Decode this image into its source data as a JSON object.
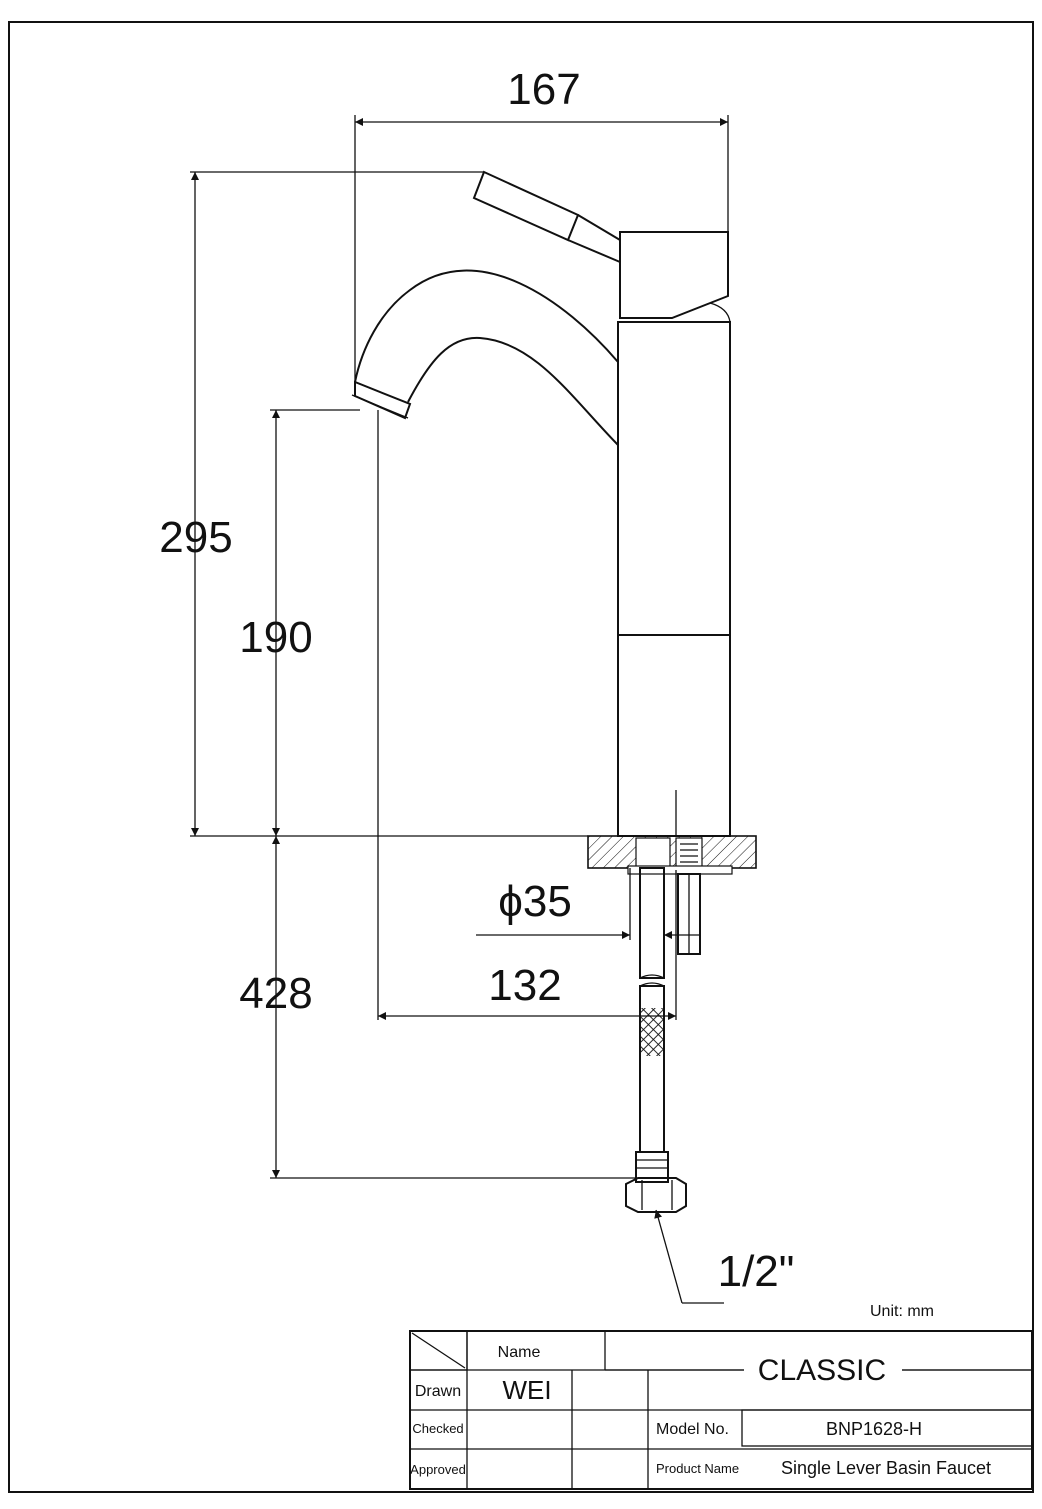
{
  "dimensions": {
    "width_total": "167",
    "height_total": "295",
    "spout_height": "190",
    "hose_length": "428",
    "shank_diameter": "ϕ35",
    "spout_reach": "132",
    "connection_size": "1/2\""
  },
  "unit_label": "Unit: mm",
  "title_block": {
    "name_label": "Name",
    "series": "CLASSIC",
    "drawn_label": "Drawn",
    "drawn_value": "WEI",
    "checked_label": "Checked",
    "approved_label": "Approved",
    "model_label": "Model No.",
    "model_value": "BNP1628-H",
    "product_label": "Product Name",
    "product_value": "Single Lever Basin Faucet"
  }
}
